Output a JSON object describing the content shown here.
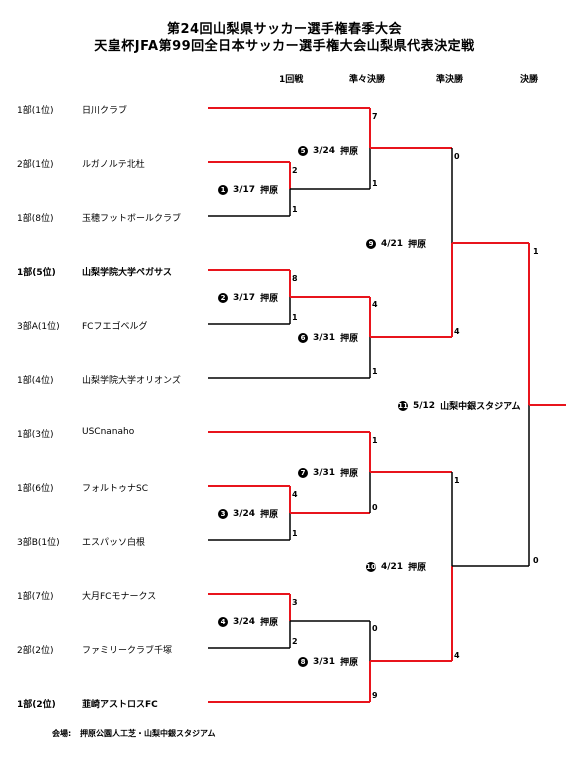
{
  "title": {
    "line1": "第24回山梨県サッカー選手権春季大会",
    "line2": "天皇杯JFA第99回全日本サッカー選手権大会山梨県代表決定戦"
  },
  "rounds": [
    "1回戦",
    "準々決勝",
    "準決勝",
    "決勝"
  ],
  "teams": [
    {
      "div": "1部(1位)",
      "name": "日川クラブ",
      "bold": false
    },
    {
      "div": "2部(1位)",
      "name": "ルガノルテ北杜",
      "bold": false
    },
    {
      "div": "1部(8位)",
      "name": "玉穂フットボールクラブ",
      "bold": false
    },
    {
      "div": "1部(5位)",
      "name": "山梨学院大学ペガサス",
      "bold": true
    },
    {
      "div": "3部A(1位)",
      "name": "FCフエゴベルグ",
      "bold": false
    },
    {
      "div": "1部(4位)",
      "name": "山梨学院大学オリオンズ",
      "bold": false
    },
    {
      "div": "1部(3位)",
      "name": "USCnanaho",
      "bold": false
    },
    {
      "div": "1部(6位)",
      "name": "フォルトゥナSC",
      "bold": false
    },
    {
      "div": "3部B(1位)",
      "name": "エスパッソ白根",
      "bold": false
    },
    {
      "div": "1部(7位)",
      "name": "大月FCモナークス",
      "bold": false
    },
    {
      "div": "2部(2位)",
      "name": "ファミリークラブ千塚",
      "bold": false
    },
    {
      "div": "1部(2位)",
      "name": "韮崎アストロスFC",
      "bold": true
    }
  ],
  "matches": [
    {
      "num": "①",
      "date": "3/17",
      "venue": "押原"
    },
    {
      "num": "②",
      "date": "3/17",
      "venue": "押原"
    },
    {
      "num": "③",
      "date": "3/24",
      "venue": "押原"
    },
    {
      "num": "④",
      "date": "3/24",
      "venue": "押原"
    },
    {
      "num": "⑤",
      "date": "3/24",
      "venue": "押原"
    },
    {
      "num": "⑥",
      "date": "3/31",
      "venue": "押原"
    },
    {
      "num": "⑦",
      "date": "3/31",
      "venue": "押原"
    },
    {
      "num": "⑧",
      "date": "3/31",
      "venue": "押原"
    },
    {
      "num": "⑨",
      "date": "4/21",
      "venue": "押原"
    },
    {
      "num": "⑩",
      "date": "4/21",
      "venue": "押原"
    },
    {
      "num": "⑪",
      "date": "5/12",
      "venue": "山梨中銀スタジアム"
    }
  ],
  "scores": {
    "m1": [
      "2",
      "1"
    ],
    "m2": [
      "8",
      "1"
    ],
    "m3": [
      "4",
      "1"
    ],
    "m4": [
      "3",
      "2"
    ],
    "m5": [
      "7",
      "1"
    ],
    "m6": [
      "4",
      "1"
    ],
    "m7": [
      "1",
      "0"
    ],
    "m8": [
      "0",
      "9"
    ],
    "m9": [
      "0",
      "4"
    ],
    "m10": [
      "1",
      "4"
    ],
    "m11": [
      "1",
      "0"
    ]
  },
  "footer": {
    "label": "会場:",
    "venues": "押原公園人工芝・山梨中銀スタジアム"
  },
  "colors": {
    "winner_line": "#e8141c",
    "loser_line": "#000000"
  }
}
